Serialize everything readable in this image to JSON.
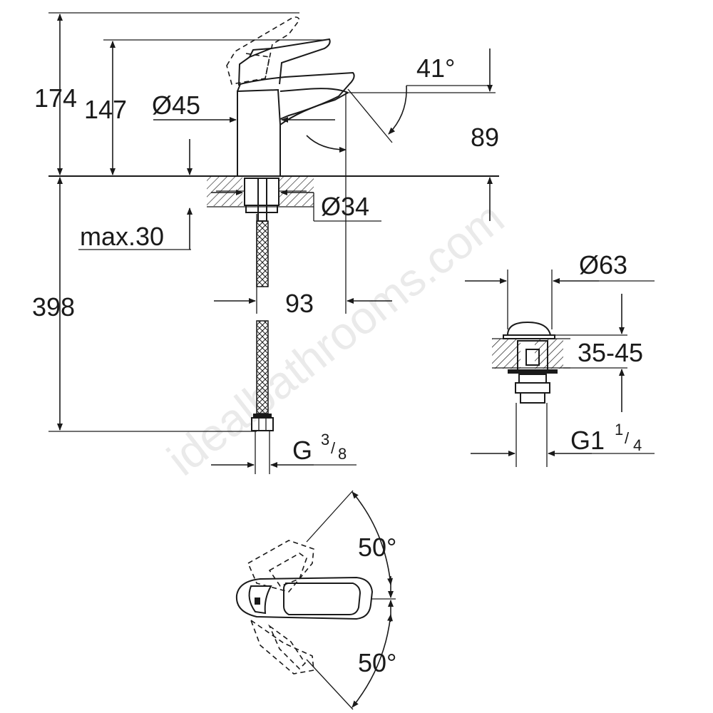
{
  "watermark": "idealbathrooms.com",
  "dimensions": {
    "overall_height": "174",
    "spout_height": "147",
    "body_diameter": "Ø45",
    "lever_angle": "41°",
    "spout_clearance": "89",
    "hole_diameter": "Ø34",
    "max_deck": "max.30",
    "hose_length": "398",
    "spout_reach": "93",
    "hose_thread": "G",
    "hose_thread_num": "3",
    "hose_thread_den": "8",
    "waste_diameter": "Ø63",
    "waste_range": "35-45",
    "waste_thread": "G1",
    "waste_thread_num": "1",
    "waste_thread_den": "4",
    "rotation_left": "50°",
    "rotation_right": "50°"
  }
}
